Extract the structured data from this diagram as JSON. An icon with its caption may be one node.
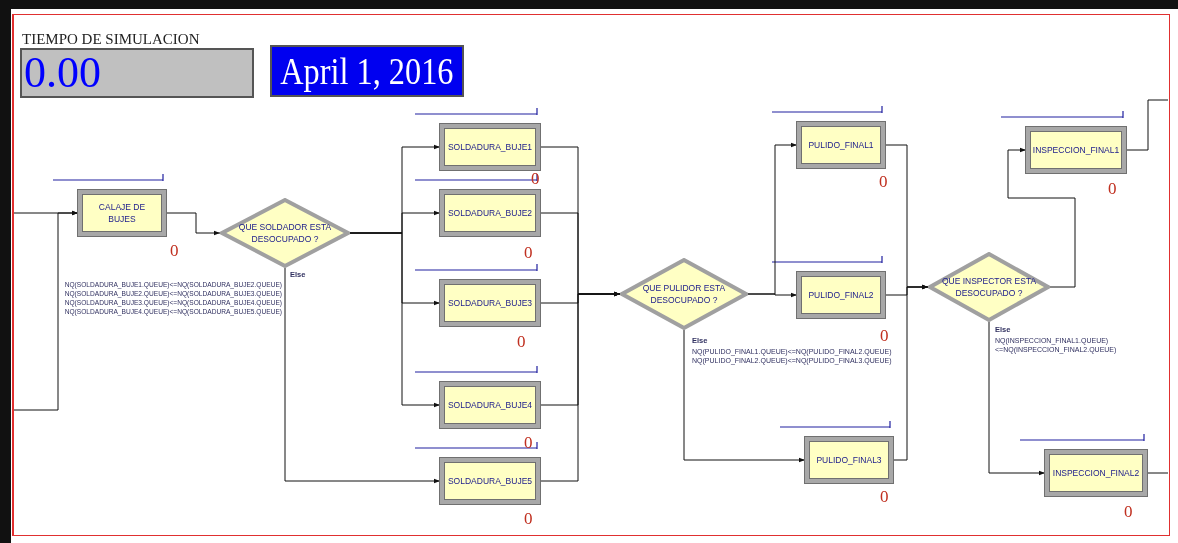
{
  "diagram": {
    "nodes": [
      {
        "text": [
          "TIEMPO DE SIMULACION",
          "0.00"
        ]
      },
      {
        "text": [
          "April 1, 2016"
        ]
      },
      {
        "text": [
          "CALAJE DE BUJES"
        ],
        "beside": [
          "0"
        ]
      },
      {
        "text": [
          "QUE SOLDADOR ESTA DESOCUPADO ?"
        ],
        "beside": [
          "Else",
          "NQ(SOLDADURA_BUJE1.QUEUE)<=NQ(SOLDADURA_BUJE2.QUEUE)",
          "NQ(SOLDADURA_BUJE2.QUEUE)<=NQ(SOLDADURA_BUJE3.QUEUE)",
          "NQ(SOLDADURA_BUJE3.QUEUE)<=NQ(SOLDADURA_BUJE4.QUEUE)",
          "NQ(SOLDADURA_BUJE4.QUEUE)<=NQ(SOLDADURA_BUJE5.QUEUE)"
        ]
      },
      {
        "text": [
          "SOLDADURA_BUJE1"
        ],
        "beside": [
          "0"
        ]
      },
      {
        "text": [
          "SOLDADURA_BUJE2"
        ],
        "beside": [
          "0"
        ]
      },
      {
        "text": [
          "SOLDADURA_BUJE3"
        ],
        "beside": [
          "0"
        ]
      },
      {
        "text": [
          "SOLDADURA_BUJE4"
        ],
        "beside": [
          "0"
        ]
      },
      {
        "text": [
          "SOLDADURA_BUJE5"
        ],
        "beside": [
          "0"
        ]
      },
      {
        "text": [
          "QUE PULIDOR ESTA DESOCUPADO ?"
        ],
        "beside": [
          "Else",
          "NQ(PULIDO_FINAL1.QUEUE)<=NQ(PULIDO_FINAL2.QUEUE)",
          "NQ(PULIDO_FINAL2.QUEUE)<=NQ(PULIDO_FINAL3.QUEUE)"
        ]
      },
      {
        "text": [
          "PULIDO_FINAL1"
        ],
        "beside": [
          "0"
        ]
      },
      {
        "text": [
          "PULIDO_FINAL2"
        ],
        "beside": [
          "0"
        ]
      },
      {
        "text": [
          "PULIDO_FINAL3"
        ],
        "beside": [
          "0"
        ]
      },
      {
        "text": [
          "QUE INSPECTOR ESTA DESOCUPADO ?"
        ],
        "beside": [
          "Else",
          "NQ(INSPECCION_FINAL1.QUEUE)<=NQ(INSPECCION_FINAL2.QUEUE)"
        ]
      },
      {
        "text": [
          "INSPECCION_FINAL1"
        ],
        "beside": [
          "0"
        ]
      },
      {
        "text": [
          "INSPECCION_FINAL2"
        ],
        "beside": [
          "0"
        ]
      }
    ],
    "edges": [
      {
        "from": null,
        "to": 2,
        "arrow": "to"
      },
      {
        "from": null,
        "to": 2,
        "arrow": "to"
      },
      {
        "from": 2,
        "to": 3,
        "arrow": "to"
      },
      {
        "from": 3,
        "to": 4,
        "arrow": "to"
      },
      {
        "from": 3,
        "to": 5,
        "arrow": "to"
      },
      {
        "from": 3,
        "to": 6,
        "arrow": "to"
      },
      {
        "from": 3,
        "to": 7,
        "arrow": "to"
      },
      {
        "from": 3,
        "to": 8,
        "arrow": "to"
      },
      {
        "from": 4,
        "to": 9,
        "arrow": "to"
      },
      {
        "from": 5,
        "to": 9,
        "arrow": "to"
      },
      {
        "from": 6,
        "to": 9,
        "arrow": "to"
      },
      {
        "from": 7,
        "to": 9,
        "arrow": "to"
      },
      {
        "from": 8,
        "to": 9,
        "arrow": "to"
      },
      {
        "from": 9,
        "to": 10,
        "arrow": "to"
      },
      {
        "from": 9,
        "to": 11,
        "arrow": "to"
      },
      {
        "from": 9,
        "to": 12,
        "arrow": "to"
      },
      {
        "from": 10,
        "to": 13,
        "arrow": "to"
      },
      {
        "from": 11,
        "to": 13,
        "arrow": "to"
      },
      {
        "from": 12,
        "to": 13,
        "arrow": "to"
      },
      {
        "from": 13,
        "to": 14,
        "arrow": "to"
      },
      {
        "from": 13,
        "to": 15,
        "arrow": "to"
      },
      {
        "from": 14,
        "to": null,
        "arrow": "none"
      },
      {
        "from": 15,
        "to": null,
        "arrow": "none"
      }
    ]
  }
}
